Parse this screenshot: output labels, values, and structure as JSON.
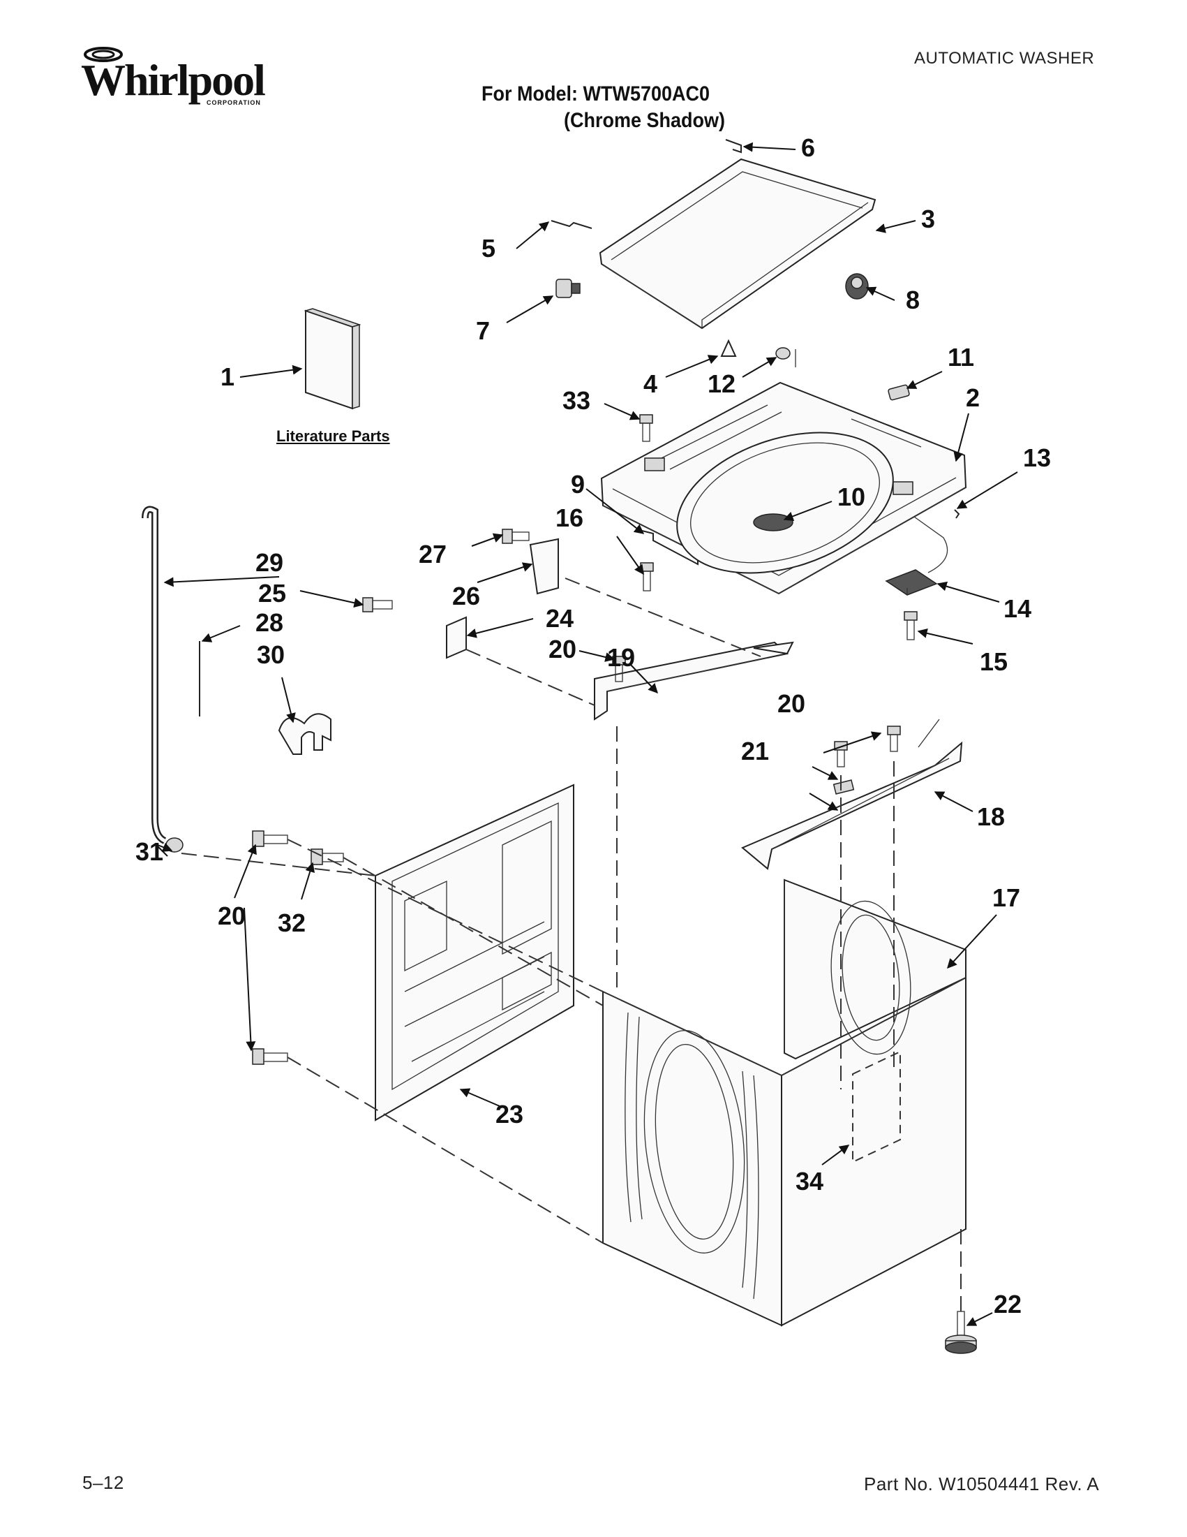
{
  "header": {
    "brand": "Whirlpool",
    "brand_sub": "CORPORATION",
    "category": "AUTOMATIC WASHER",
    "model_line": "For Model: WTW5700AC0",
    "variant_line": "(Chrome Shadow)"
  },
  "literature_label": "Literature Parts",
  "callouts": {
    "c1": "1",
    "c2": "2",
    "c3": "3",
    "c4": "4",
    "c5": "5",
    "c6": "6",
    "c7": "7",
    "c8": "8",
    "c9": "9",
    "c10": "10",
    "c11": "11",
    "c12": "12",
    "c13": "13",
    "c14": "14",
    "c15": "15",
    "c16": "16",
    "c17": "17",
    "c18": "18",
    "c19": "19",
    "c20a": "20",
    "c20b": "20",
    "c20c": "20",
    "c21": "21",
    "c22": "22",
    "c23": "23",
    "c24": "24",
    "c25": "25",
    "c26": "26",
    "c27": "27",
    "c28": "28",
    "c29": "29",
    "c30": "30",
    "c31": "31",
    "c32": "32",
    "c33": "33",
    "c34": "34"
  },
  "footer": {
    "date_code": "5–12",
    "part_number": "Part No. W10504441 Rev. A"
  }
}
